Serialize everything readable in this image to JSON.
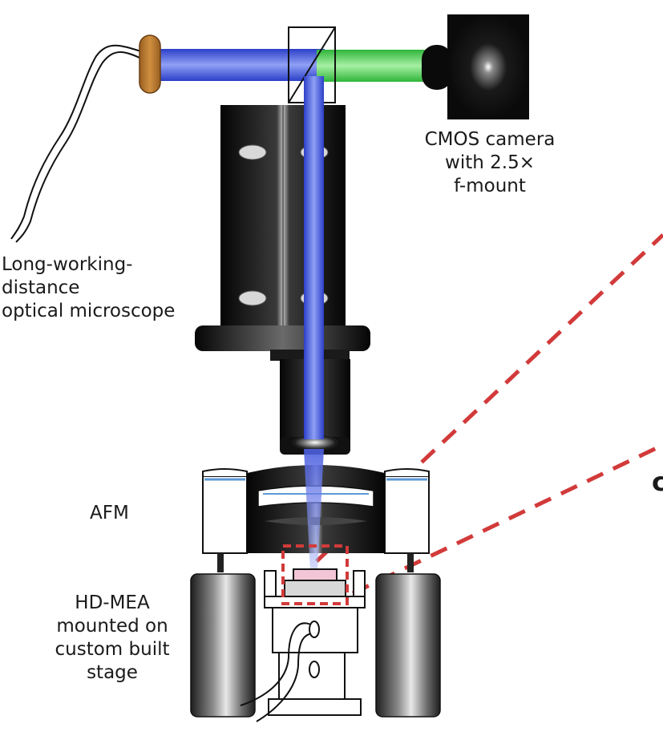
{
  "labels": {
    "camera": [
      "CMOS camera",
      "with 2.5×",
      "f-mount"
    ],
    "microscope": [
      "Long-working-",
      "distance",
      "optical microscope"
    ],
    "afm": "AFM",
    "stage": [
      "HD-MEA",
      "mounted on",
      "custom built",
      "stage"
    ],
    "edge_letter": "c"
  },
  "colors": {
    "blue_beam": "#3b4fd6",
    "green_beam": "#43c84a",
    "lamp": "#b8772e",
    "dashed_callout": "#d23a3a",
    "body_dark": "#141414",
    "sample": "#f2c6d6"
  }
}
